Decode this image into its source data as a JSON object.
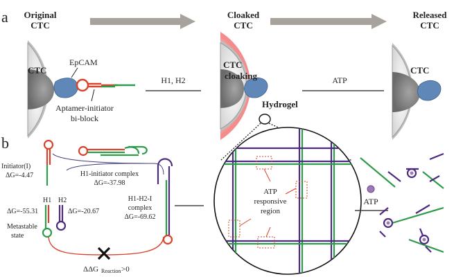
{
  "panel_a": {
    "label": "a",
    "stage1_title": [
      "Original",
      "CTC"
    ],
    "stage2_title": [
      "Cloaked",
      "CTC"
    ],
    "stage3_title": [
      "Released",
      "CTC"
    ],
    "cell1_label": "CTC",
    "cell2_label": [
      "CTC",
      "cloaking"
    ],
    "cell3_label": "CTC",
    "epcam": "EpCAM",
    "aptamer_label": [
      "Aptamer-initiator",
      "bi-block"
    ],
    "step1_reagents": "H1, H2",
    "step2_reagent": "ATP",
    "hydrogel": "Hydrogel"
  },
  "panel_b": {
    "label": "b",
    "initiator": [
      "Initiator(I)",
      "ΔG=-4.47"
    ],
    "h1i_complex": [
      "H1-initiator complex",
      "ΔG=-37.98"
    ],
    "h1": "H1",
    "h2": "H2",
    "h1_dg": "ΔG=-55.31",
    "h2_dg": "ΔG=-20.67",
    "metastable": [
      "Metastable",
      "state"
    ],
    "h1h2i_complex": [
      "H1-H2-I",
      "complex",
      "ΔG=-69.62"
    ],
    "ddg_main": "ΔΔG",
    "ddg_sub": "Reaction",
    "ddg_tail": ">0",
    "atp_region": [
      "ATP",
      "responsive",
      "region"
    ],
    "atp": "ATP"
  },
  "colors": {
    "red": "#d9432b",
    "green": "#2e9b4a",
    "purple": "#4b2a7f",
    "blue": "#5f87b8",
    "cloak": "#f47f7f",
    "arrow": "#a8a29d"
  }
}
